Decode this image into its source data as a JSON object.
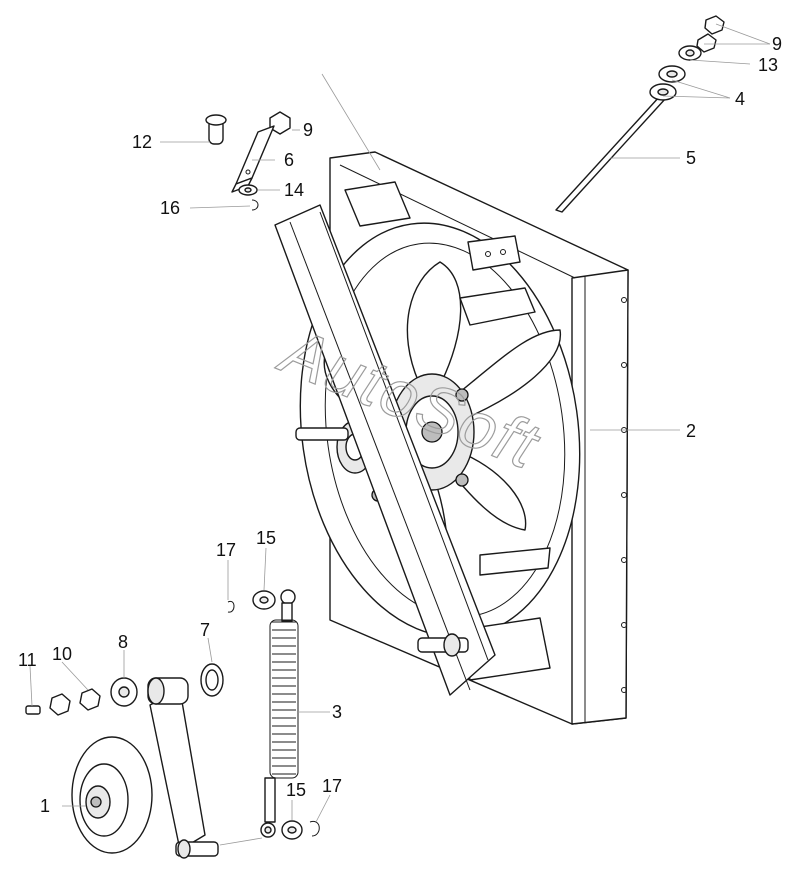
{
  "watermark": "AutoSoft",
  "callouts": [
    {
      "id": "c9a",
      "label": "9"
    },
    {
      "id": "c13",
      "label": "13"
    },
    {
      "id": "c4",
      "label": "4"
    },
    {
      "id": "c5",
      "label": "5"
    },
    {
      "id": "c12",
      "label": "12"
    },
    {
      "id": "c9b",
      "label": "9"
    },
    {
      "id": "c6",
      "label": "6"
    },
    {
      "id": "c14",
      "label": "14"
    },
    {
      "id": "c16",
      "label": "16"
    },
    {
      "id": "c2",
      "label": "2"
    },
    {
      "id": "c17a",
      "label": "17"
    },
    {
      "id": "c15a",
      "label": "15"
    },
    {
      "id": "c7",
      "label": "7"
    },
    {
      "id": "c8",
      "label": "8"
    },
    {
      "id": "c10",
      "label": "10"
    },
    {
      "id": "c11",
      "label": "11"
    },
    {
      "id": "c3",
      "label": "3"
    },
    {
      "id": "c1",
      "label": "1"
    },
    {
      "id": "c15b",
      "label": "15"
    },
    {
      "id": "c17b",
      "label": "17"
    }
  ]
}
